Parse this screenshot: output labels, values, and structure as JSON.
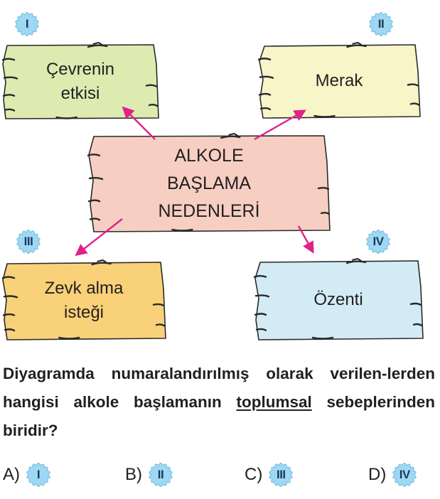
{
  "center": {
    "lines": [
      "ALKOLE",
      "BAŞLAMA",
      "NEDENLERİ"
    ],
    "color": "#f6cfc2"
  },
  "boards": [
    {
      "numeral": "I",
      "lines": [
        "Çevrenin",
        "etkisi"
      ],
      "color": "#ddebb0"
    },
    {
      "numeral": "II",
      "lines": [
        "Merak"
      ],
      "color": "#f8f5c9"
    },
    {
      "numeral": "III",
      "lines": [
        "Zevk alma",
        "isteği"
      ],
      "color": "#f8d179"
    },
    {
      "numeral": "IV",
      "lines": [
        "Özenti"
      ],
      "color": "#d3ebf5"
    }
  ],
  "arrow_color": "#e0218a",
  "badge_color": "#9fd8f2",
  "question": {
    "before": "Diyagramda numaralandırılmış olarak verilen-lerden hangisi alkole başlamanın ",
    "underlined": "toplumsal",
    "after": " sebeplerinden biridir?"
  },
  "options": [
    {
      "label": "A)",
      "numeral": "I"
    },
    {
      "label": "B)",
      "numeral": "II"
    },
    {
      "label": "C)",
      "numeral": "III"
    },
    {
      "label": "D)",
      "numeral": "IV"
    }
  ]
}
